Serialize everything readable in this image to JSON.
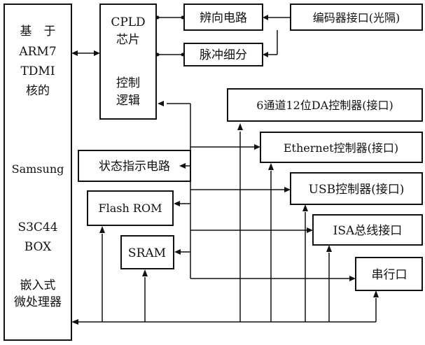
{
  "processor": {
    "lines": [
      "基　于",
      "ARM7",
      "TDMI",
      "核的",
      "Samsung",
      "S3C44",
      "BOX",
      "嵌入式",
      "微处理器"
    ]
  },
  "cpld": {
    "lines": [
      "CPLD",
      "芯片",
      "控制",
      "逻辑"
    ]
  },
  "blocks": {
    "direction": "辨向电路",
    "pulse": "脉冲细分",
    "encoder": "编码器接口(光隔)",
    "da": "6通道12位DA控制器(接口)",
    "ethernet": "Ethernet控制器(接口)",
    "status": "状态指示电路",
    "usb": "USB控制器(接口)",
    "flash": "Flash ROM",
    "isa": "ISA总线接口",
    "sram": "SRAM",
    "serial": "串行口"
  }
}
